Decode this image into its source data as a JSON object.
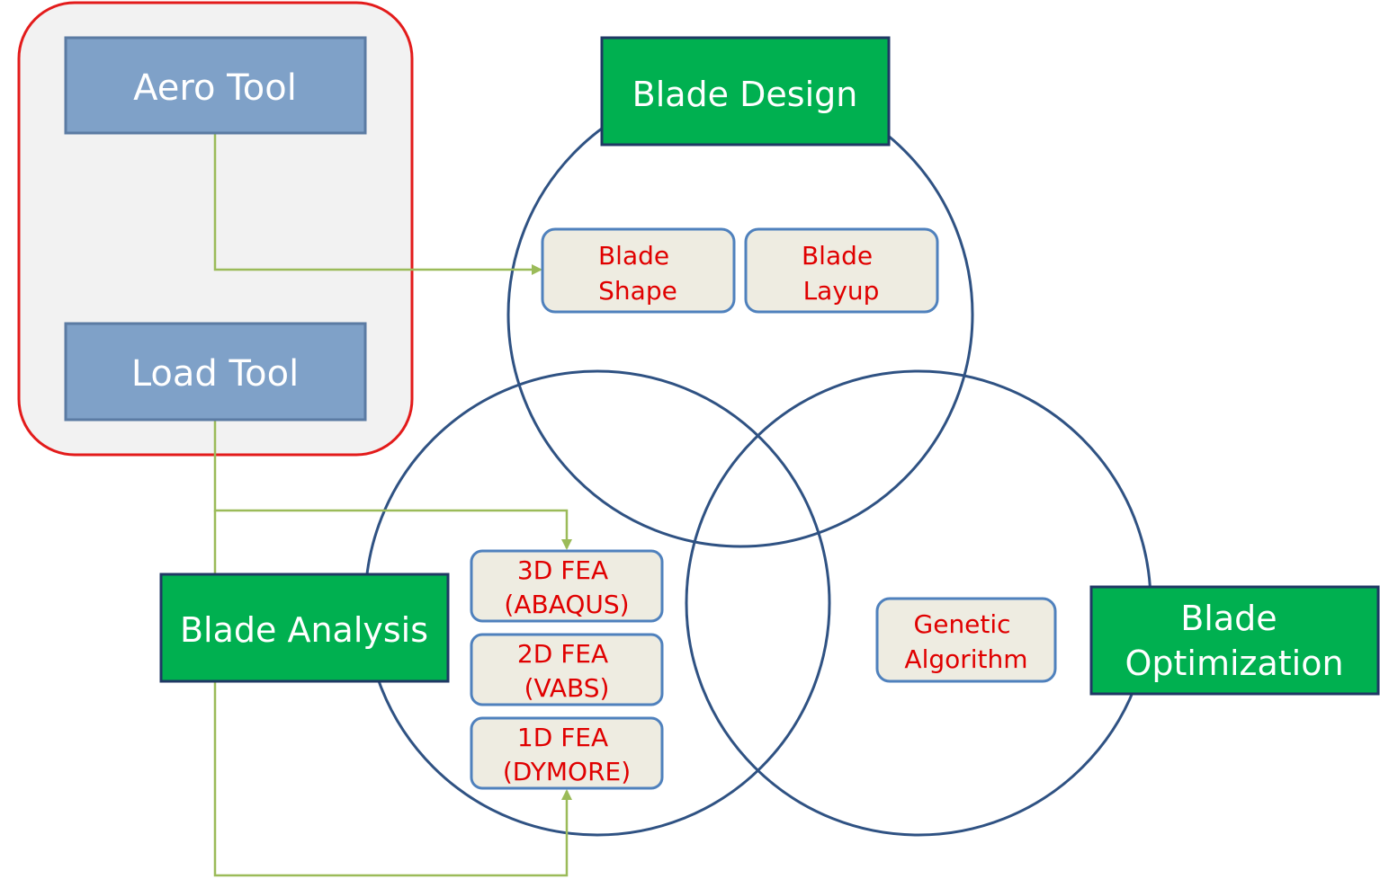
{
  "tools_group": {
    "aero_tool": "Aero Tool",
    "load_tool": "Load Tool"
  },
  "categories": {
    "blade_design": "Blade Design",
    "blade_analysis": "Blade Analysis",
    "blade_optimization": [
      "Blade",
      "Optimization"
    ]
  },
  "design_items": {
    "blade_shape": [
      "Blade",
      "Shape"
    ],
    "blade_layup": [
      "Blade",
      "Layup"
    ]
  },
  "analysis_items": {
    "fea_3d": [
      "3D FEA",
      "(ABAQUS)"
    ],
    "fea_2d": [
      "2D FEA",
      "(VABS)"
    ],
    "fea_1d": [
      "1D FEA",
      "(DYMORE)"
    ]
  },
  "optimization_items": {
    "genetic_algorithm": [
      "Genetic",
      "Algorithm"
    ]
  },
  "colors": {
    "group_border": "#e31b1b",
    "group_fill": "#f2f2f2",
    "tool_fill": "#7fa1c8",
    "tool_border": "#5b7ba3",
    "category_fill": "#00b050",
    "category_border": "#1f3864",
    "circle_stroke": "#2f5283",
    "item_fill": "#eeece1",
    "item_border": "#4f81bd",
    "item_text": "#e00000",
    "connector": "#9bbb59",
    "white_text": "#ffffff"
  }
}
